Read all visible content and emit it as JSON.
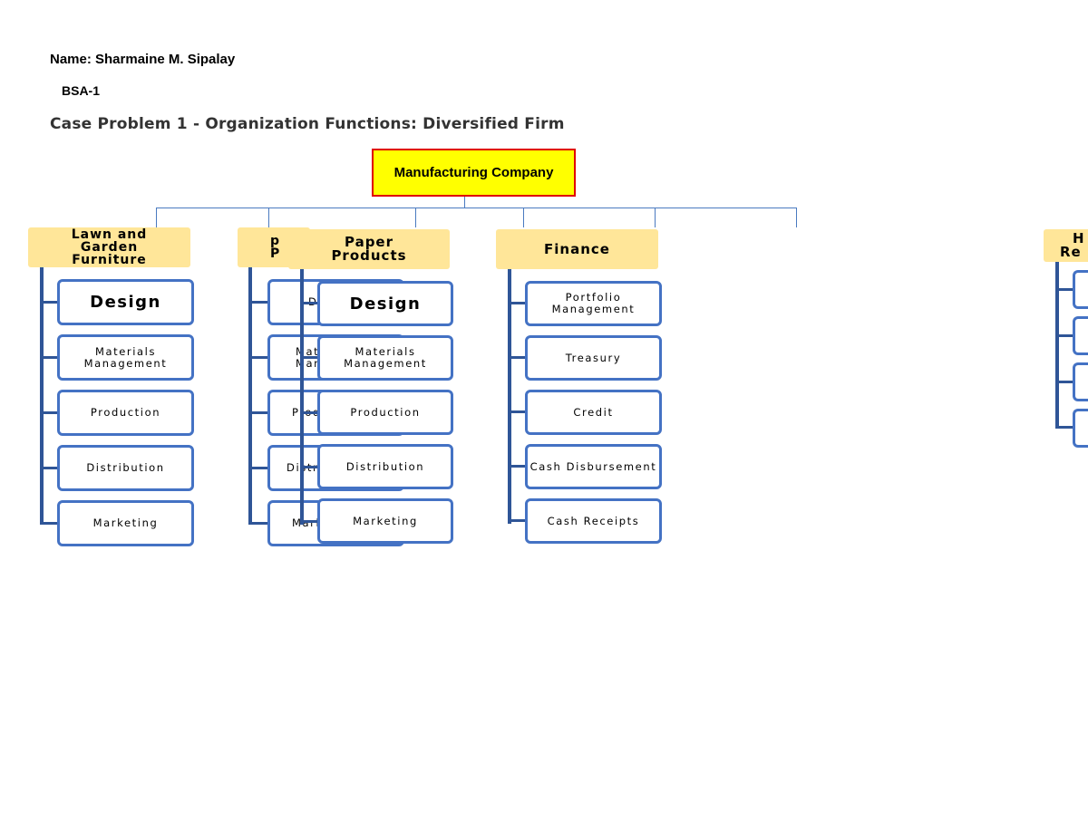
{
  "header": {
    "name_line": "Name: Sharmaine M. Sipalay",
    "class_line": "BSA-1",
    "title": "Case Problem 1 - Organization Functions: Diversified Firm"
  },
  "root": {
    "label": "Manufacturing Company"
  },
  "departments": {
    "lawn": {
      "label": "Lawn and Garden Furniture",
      "items": [
        "Design",
        "Materials Management",
        "Production",
        "Distribution",
        "Marketing"
      ]
    },
    "hidden": {
      "label_top": "p",
      "label_bottom": "P",
      "items_partial": [
        "Desi",
        "Mate",
        "Mana",
        "Produ",
        "Distr",
        "Mark"
      ]
    },
    "paper": {
      "label": "Paper Products",
      "items": [
        "Design",
        "Materials Management",
        "Production",
        "Distribution",
        "Marketing"
      ]
    },
    "finance": {
      "label": "Finance",
      "items": [
        "Portfolio Management",
        "Treasury",
        "Credit",
        "Cash Disbursement",
        "Cash Receipts"
      ]
    },
    "hr_partial": {
      "label_top": "H",
      "label_bottom": "Re"
    }
  },
  "colors": {
    "root_fill": "#ffff00",
    "root_border": "#e00000",
    "dept_fill": "#ffe699",
    "item_border": "#4472c4",
    "spine": "#2f5597",
    "connector": "#4a7ac0"
  }
}
